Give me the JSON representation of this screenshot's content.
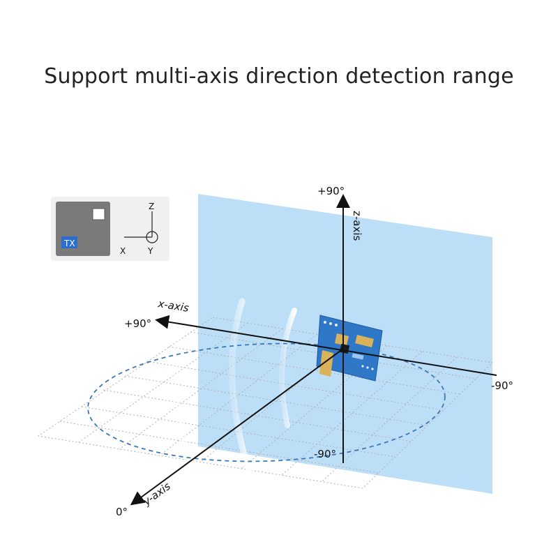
{
  "title": "Support multi-axis direction detection range",
  "legend": {
    "chip_tag": "TX",
    "axis_z": "Z",
    "axis_x": "X",
    "axis_y": "Y"
  },
  "axes": {
    "x_axis_label": "x-axis",
    "y_axis_label": "y-axis",
    "z_axis_label": "z-axis",
    "x_left_value": "+90°",
    "x_right_value": "-90°",
    "z_top_value": "+90°",
    "z_bottom_value": "-90°",
    "y_front_value": "0°"
  },
  "colors": {
    "plane": "#b9dcf7",
    "dashed_range": "#3a78b8",
    "pcb": "#2f78c8",
    "pad": "#d9b25a",
    "grid": "#b0b0b0"
  }
}
